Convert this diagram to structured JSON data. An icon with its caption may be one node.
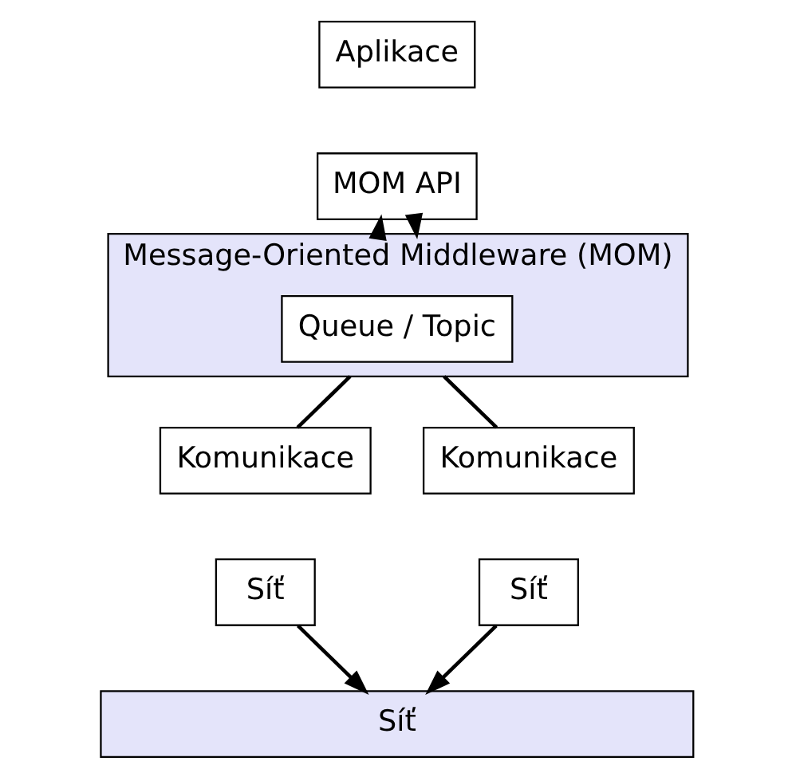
{
  "diagram": {
    "nodes": [
      {
        "text": [
          "Aplikace"
        ]
      },
      {
        "text": [
          "MOM API"
        ]
      },
      {
        "text": [
          "Message-Oriented Middleware (MOM)"
        ]
      },
      {
        "text": [
          "Queue / Topic"
        ],
        "in": 2
      },
      {
        "text": [
          "Komunikace"
        ]
      },
      {
        "text": [
          "Síť"
        ]
      },
      {
        "text": [
          "Komunikace"
        ]
      },
      {
        "text": [
          "Síť"
        ]
      },
      {
        "text": [
          "Síť"
        ]
      }
    ],
    "edges": [
      {
        "from": 1,
        "to": 2,
        "arrow": "to"
      },
      {
        "from": 2,
        "to": 1,
        "arrow": "to"
      },
      {
        "from": 2,
        "to": 4,
        "arrow": "none"
      },
      {
        "from": 2,
        "to": 6,
        "arrow": "none"
      },
      {
        "from": 5,
        "to": 8,
        "arrow": "to"
      },
      {
        "from": 7,
        "to": 8,
        "arrow": "to"
      }
    ]
  }
}
